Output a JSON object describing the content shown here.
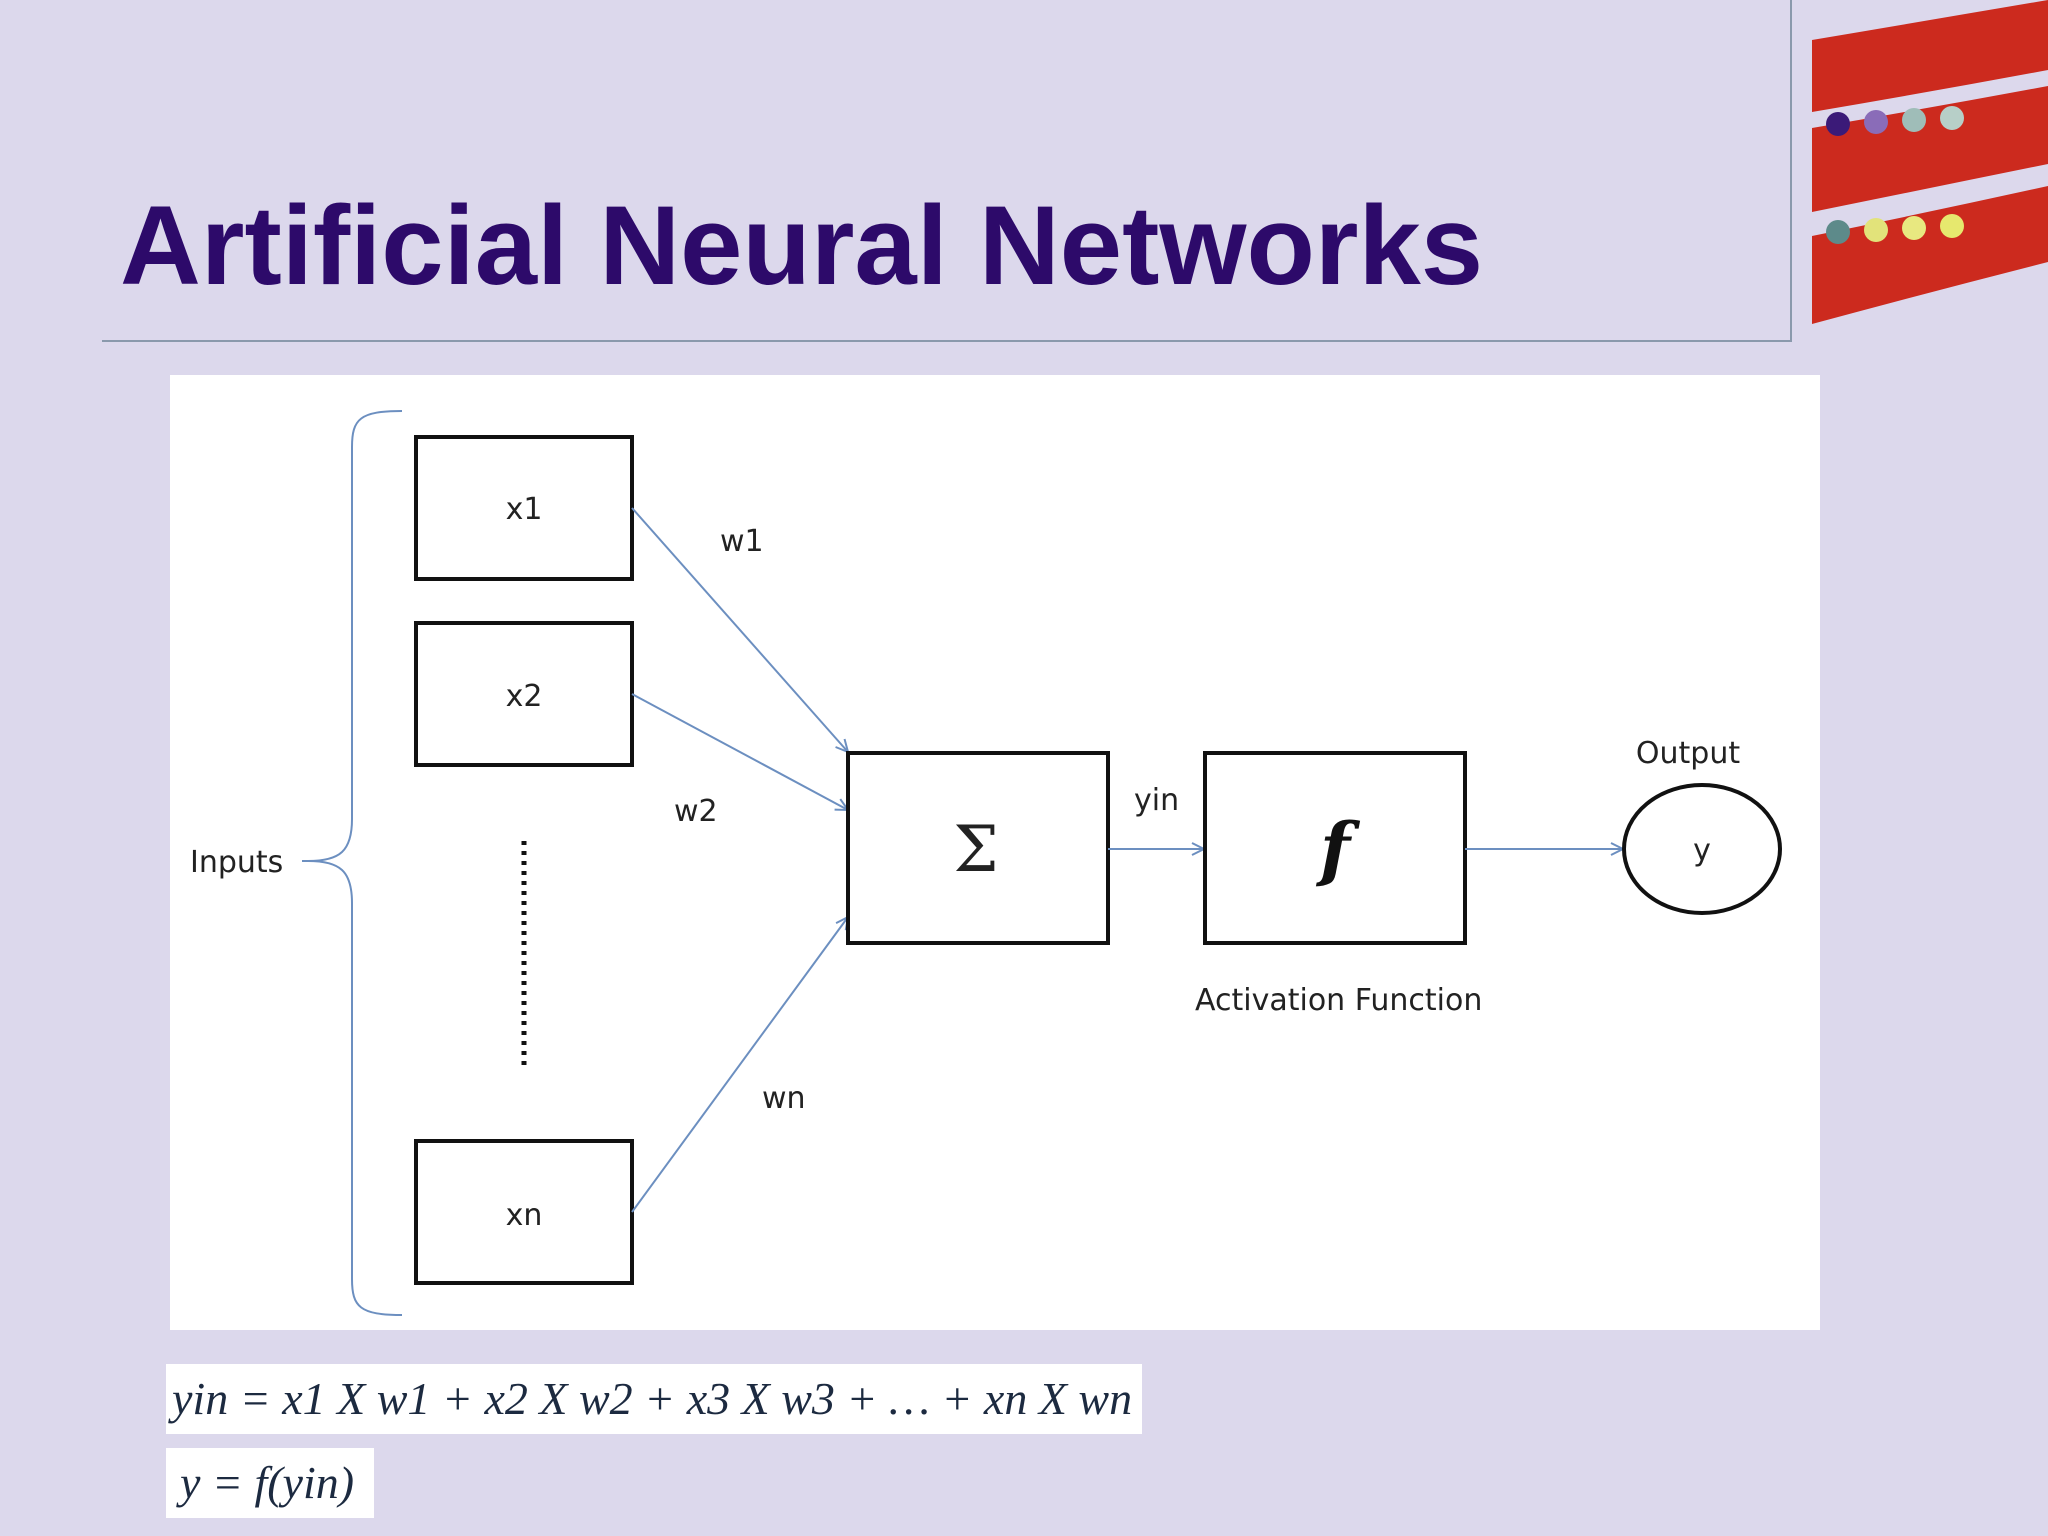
{
  "slide": {
    "title": "Artificial Neural Networks"
  },
  "diagram": {
    "inputs_label": "Inputs",
    "input_nodes": [
      "x1",
      "x2",
      "xn"
    ],
    "weights": [
      "w1",
      "w2",
      "wn"
    ],
    "summation_symbol": "Σ",
    "sum_output_label": "yin",
    "activation_symbol": "f",
    "activation_label": "Activation Function",
    "output_label": "Output",
    "output_node": "y"
  },
  "equations": {
    "eq1": "yin = x1 X w1 + x2 X w2 + x3 X w3 + … + xn X wn",
    "eq2": "y = f(yin)"
  },
  "colors": {
    "background": "#dcd8ec",
    "title": "#2d0a6a",
    "arrows": "#6c8fc0",
    "logo_red": "#cc2a1e"
  }
}
